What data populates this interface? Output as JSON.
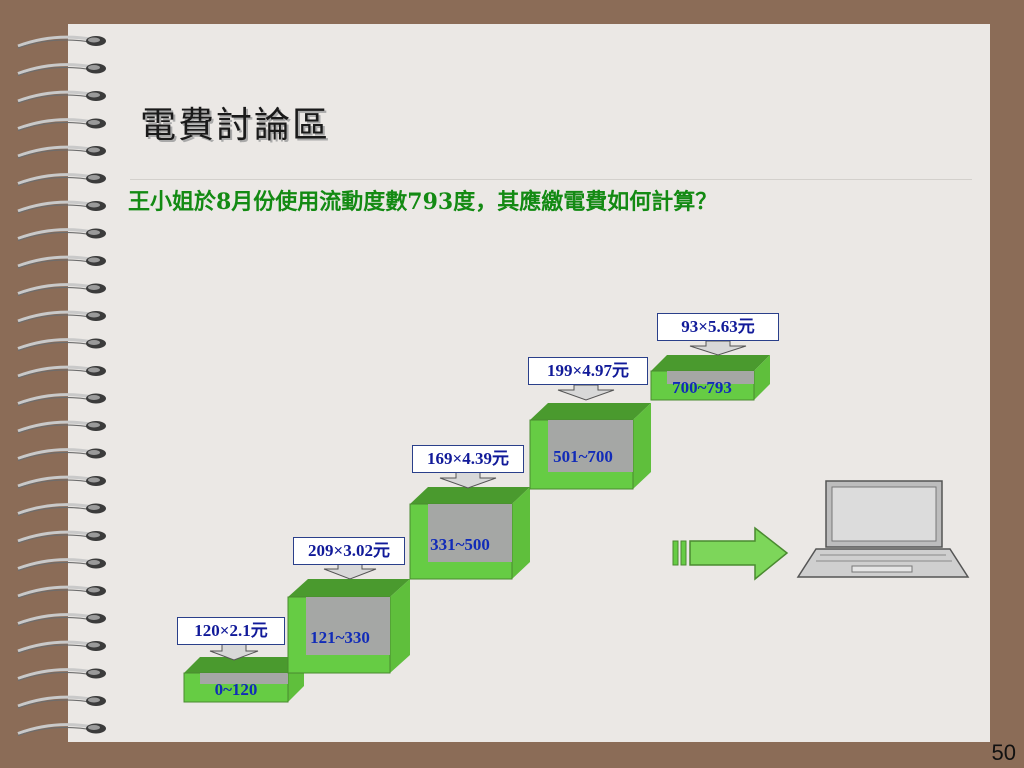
{
  "slide": {
    "title": "電費討論區",
    "question": "王小姐於8月份使用流動度數793度，其應繳電費如何計算？",
    "page_number": "50"
  },
  "tiers": [
    {
      "range": "0~120",
      "rate": "120×2.1元"
    },
    {
      "range": "121~330",
      "rate": "209×3.02元"
    },
    {
      "range": "331~500",
      "rate": "169×4.39元"
    },
    {
      "range": "501~700",
      "rate": "199×4.97元"
    },
    {
      "range": "700~793",
      "rate": "93×5.63元"
    }
  ],
  "icons": {
    "arrow": "right-arrow-icon",
    "computer": "laptop-icon",
    "binding": "spiral-binding-icon"
  },
  "colors": {
    "box_green": "#66cc44",
    "box_dark": "#4a9a2e",
    "box_inner": "#a5a7a5",
    "text_green": "#138a13",
    "text_blue": "#112bb8"
  }
}
